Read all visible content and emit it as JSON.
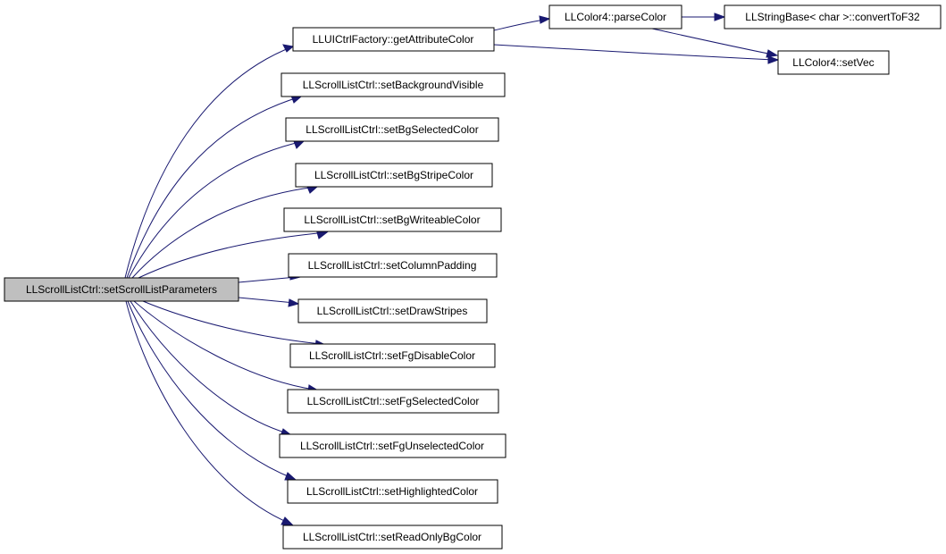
{
  "diagram": {
    "root": {
      "id": "root",
      "label": "LLScrollListCtrl::setScrollListParameters"
    },
    "nodes": [
      {
        "id": "getAttributeColor",
        "label": "LLUICtrlFactory::getAttributeColor"
      },
      {
        "id": "parseColor",
        "label": "LLColor4::parseColor"
      },
      {
        "id": "convertToF32",
        "label": "LLStringBase< char >::convertToF32"
      },
      {
        "id": "setVec",
        "label": "LLColor4::setVec"
      },
      {
        "id": "setBackgroundVisible",
        "label": "LLScrollListCtrl::setBackgroundVisible"
      },
      {
        "id": "setBgSelectedColor",
        "label": "LLScrollListCtrl::setBgSelectedColor"
      },
      {
        "id": "setBgStripeColor",
        "label": "LLScrollListCtrl::setBgStripeColor"
      },
      {
        "id": "setBgWriteableColor",
        "label": "LLScrollListCtrl::setBgWriteableColor"
      },
      {
        "id": "setColumnPadding",
        "label": "LLScrollListCtrl::setColumnPadding"
      },
      {
        "id": "setDrawStripes",
        "label": "LLScrollListCtrl::setDrawStripes"
      },
      {
        "id": "setFgDisableColor",
        "label": "LLScrollListCtrl::setFgDisableColor"
      },
      {
        "id": "setFgSelectedColor",
        "label": "LLScrollListCtrl::setFgSelectedColor"
      },
      {
        "id": "setFgUnselectedColor",
        "label": "LLScrollListCtrl::setFgUnselectedColor"
      },
      {
        "id": "setHighlightedColor",
        "label": "LLScrollListCtrl::setHighlightedColor"
      },
      {
        "id": "setReadOnlyBgColor",
        "label": "LLScrollListCtrl::setReadOnlyBgColor"
      }
    ],
    "edges": [
      {
        "from": "root",
        "to": "getAttributeColor"
      },
      {
        "from": "root",
        "to": "setBackgroundVisible"
      },
      {
        "from": "root",
        "to": "setBgSelectedColor"
      },
      {
        "from": "root",
        "to": "setBgStripeColor"
      },
      {
        "from": "root",
        "to": "setBgWriteableColor"
      },
      {
        "from": "root",
        "to": "setColumnPadding"
      },
      {
        "from": "root",
        "to": "setDrawStripes"
      },
      {
        "from": "root",
        "to": "setFgDisableColor"
      },
      {
        "from": "root",
        "to": "setFgSelectedColor"
      },
      {
        "from": "root",
        "to": "setFgUnselectedColor"
      },
      {
        "from": "root",
        "to": "setHighlightedColor"
      },
      {
        "from": "root",
        "to": "setReadOnlyBgColor"
      },
      {
        "from": "getAttributeColor",
        "to": "parseColor"
      },
      {
        "from": "getAttributeColor",
        "to": "setVec"
      },
      {
        "from": "parseColor",
        "to": "convertToF32"
      },
      {
        "from": "parseColor",
        "to": "setVec"
      }
    ],
    "colors": {
      "edge": "#191970",
      "root_fill": "#bfbfbf",
      "node_fill": "#ffffff",
      "border": "#000000"
    }
  }
}
